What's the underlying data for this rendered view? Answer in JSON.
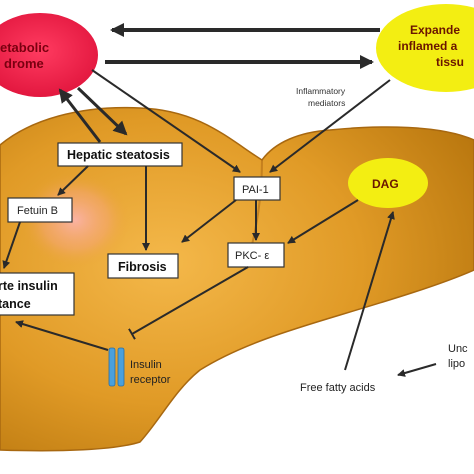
{
  "nodes": {
    "metabolic_syndrome": {
      "line1": "etabolic",
      "line2": "drome",
      "color": "#ef1f48"
    },
    "adipose_tissue": {
      "line1": "Expande",
      "line2": "inflamed a",
      "line3": "tissu",
      "color": "#f3ee12"
    },
    "dag": {
      "label": "DAG",
      "color": "#f3ee12"
    },
    "hepatic_steatosis": {
      "label": "Hepatic steatosis"
    },
    "pai1": {
      "label": "PAI-1"
    },
    "fetuin_b": {
      "label": "Fetuin B"
    },
    "fibrosis": {
      "label": "Fibrosis"
    },
    "pkc_epsilon": {
      "label": "PKC- ε"
    },
    "hepatic_insulin_resistance": {
      "line1": "rte insulin",
      "line2": "tance"
    },
    "insulin_receptor": {
      "line1": "Insulin",
      "line2": "receptor",
      "color": "#4aa0dc"
    }
  },
  "labels": {
    "inflammatory_mediators": {
      "line1": "Inflammatory",
      "line2": "mediators"
    },
    "free_fatty_acids": "Free fatty acids",
    "lipolysis": {
      "line1": "Unc",
      "line2": "lipo"
    }
  },
  "colors": {
    "liver": "#e3a02a",
    "liver_dark": "#b06e0c",
    "liver_highlight": "#f9a8a0",
    "arrow": "#2a2a2a"
  }
}
